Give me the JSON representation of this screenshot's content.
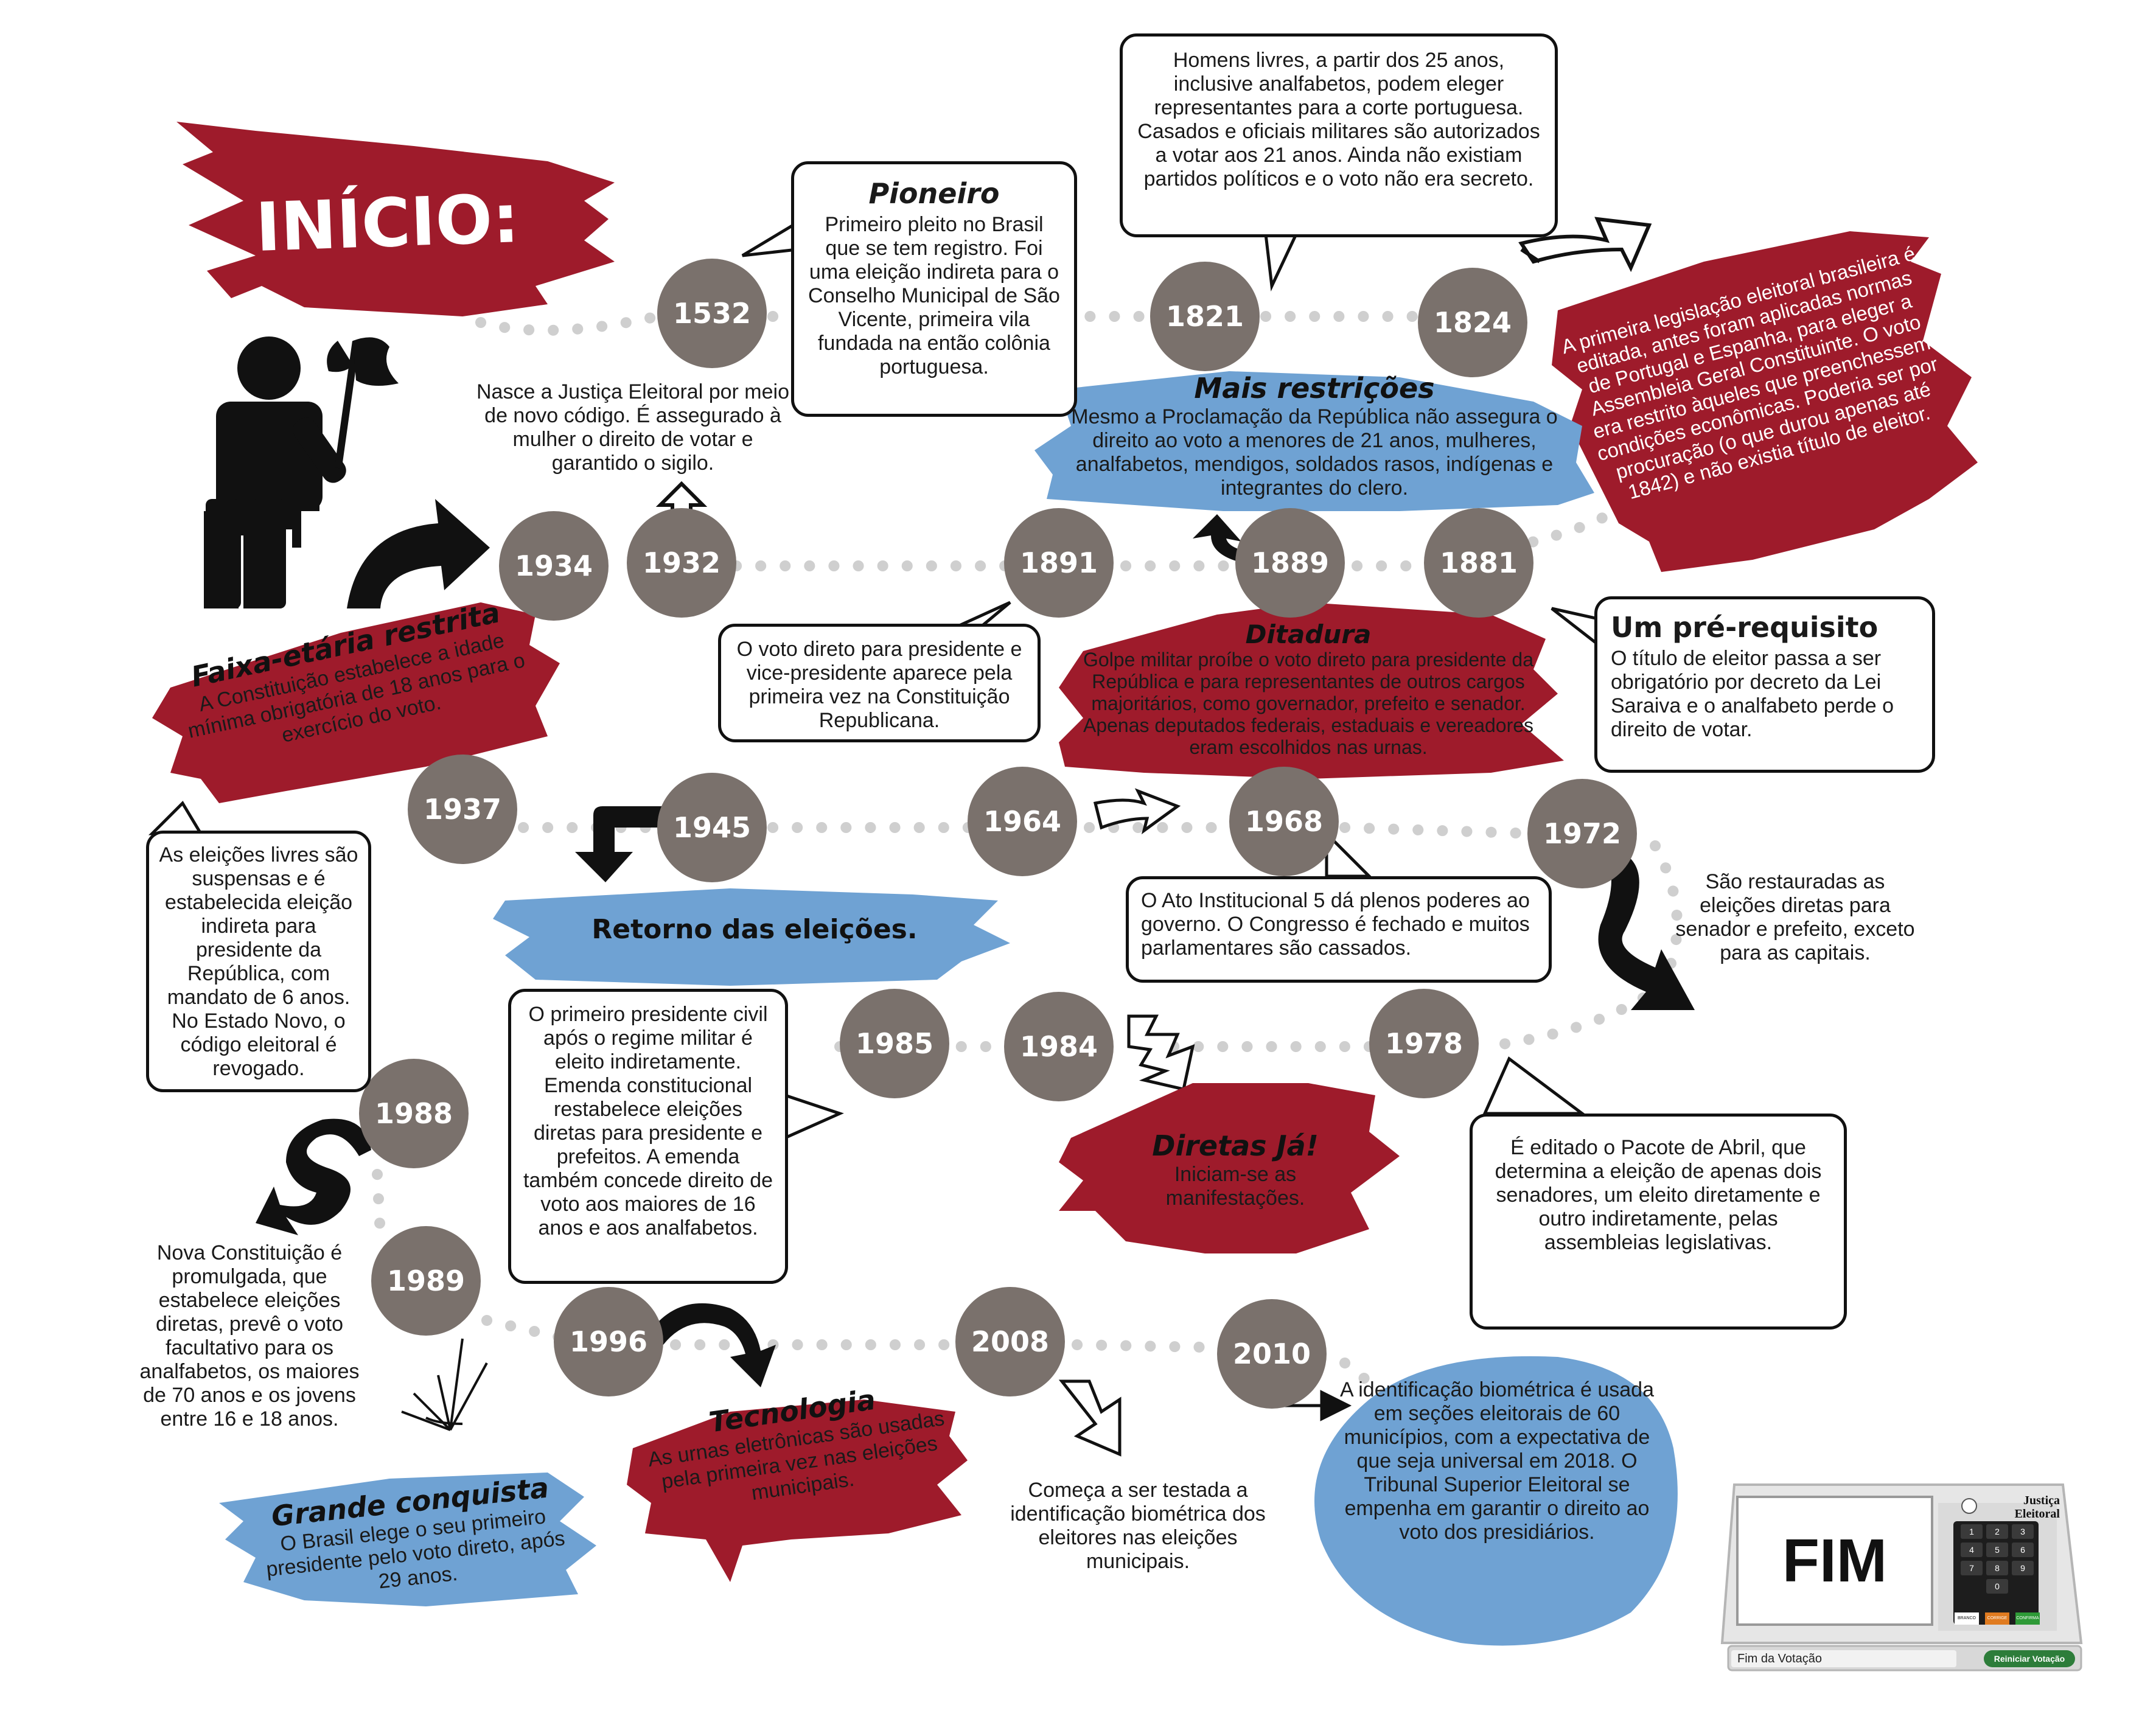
{
  "title": "INÍCIO:",
  "years": {
    "y1532": "1532",
    "y1821": "1821",
    "y1824": "1824",
    "y1934": "1934",
    "y1932": "1932",
    "y1891": "1891",
    "y1889": "1889",
    "y1881": "1881",
    "y1937": "1937",
    "y1945": "1945",
    "y1964": "1964",
    "y1968": "1968",
    "y1972": "1972",
    "y1988": "1988",
    "y1985": "1985",
    "y1984": "1984",
    "y1978": "1978",
    "y1989": "1989",
    "y1996": "1996",
    "y2008": "2008",
    "y2010": "2010"
  },
  "pioneiro": {
    "title": "Pioneiro",
    "text": "Primeiro pleito no Brasil que se tem registro. Foi uma eleição indireta para o Conselho Municipal de São Vicente, primeira vila fundada na então colônia portuguesa."
  },
  "homens_livres": "Homens livres, a partir dos 25 anos, inclusive analfabetos, podem eleger representantes para a corte portuguesa. Casados e oficiais militares são autorizados a votar aos 21 anos. Ainda não existiam partidos políticos e o voto não era secreto.",
  "legislacao_1824": "A primeira legislação eleitoral brasileira é editada, antes foram aplicadas normas de Portugal e Espanha, para eleger a Assembleia Geral Constituinte. O voto era restrito àqueles que preenchessem condições econômicas. Poderia ser por procuração (o que durou apenas até 1842) e não existia título de eleitor.",
  "justica_eleitoral": "Nasce a Justiça Eleitoral por meio de novo código. É assegurado à mulher o direito de votar e garantido o sigilo.",
  "mais_restricoes": {
    "title": "Mais restrições",
    "text": "Mesmo a Proclamação da República não assegura o direito ao voto a menores de 21 anos, mulheres, analfabetos, mendigos, soldados rasos, indígenas e integrantes do clero."
  },
  "faixa_etaria": {
    "title": "Faixa-etária restrita",
    "text": "A Constituição estabelece a idade mínima obrigatória de 18 anos para o exercício do voto."
  },
  "voto_direto_1891": "O voto direto para presidente e vice-presidente aparece pela primeira vez na Constituição Republicana.",
  "ditadura": {
    "title": "Ditadura",
    "text": "Golpe militar proíbe o voto direto para presidente da República e para representantes de outros cargos majoritários, como governador, prefeito e senador. Apenas deputados federais, estaduais e vereadores eram escolhidos nas urnas."
  },
  "pre_requisito": {
    "title": "Um pré-requisito",
    "text": "O título de eleitor passa a ser obrigatório por decreto da Lei Saraiva e o analfabeto perde o direito de votar."
  },
  "eleicoes_suspensas": "As eleições livres são suspensas e é estabelecida eleição indireta para presidente da República, com mandato de 6 anos. No Estado Novo, o código eleitoral é revogado.",
  "retorno": "Retorno das eleições.",
  "ai5": "O Ato Institucional 5 dá plenos poderes ao governo. O Congresso é fechado e muitos parlamentares são cassados.",
  "restauradas_1972": "São restauradas as eleições diretas para senador e prefeito, exceto para as capitais.",
  "primeiro_civil": "O primeiro presidente civil após o regime militar é eleito indiretamente. Emenda constitucional restabelece eleições diretas para presidente e prefeitos. A emenda também concede direito de voto aos maiores de 16 anos e aos analfabetos.",
  "diretas_ja": {
    "title": "Diretas Já!",
    "text": "Iniciam-se as manifestações."
  },
  "pacote_abril": "É editado o Pacote de Abril, que determina a eleição de apenas dois senadores, um eleito diretamente e outro indiretamente, pelas assembleias legislativas.",
  "constituicao_1988": "Nova Constituição é promulgada, que estabelece eleições diretas, prevê o voto facultativo para os analfabetos, os maiores de 70 anos e os jovens entre 16 e 18 anos.",
  "grande_conquista": {
    "title": "Grande conquista",
    "text": "O Brasil elege o seu primeiro presidente pelo voto direto, após 29 anos."
  },
  "tecnologia": {
    "title": "Tecnologia",
    "text": "As urnas eletrônicas são usadas pela primeira vez nas eleições municipais."
  },
  "biometria_teste": "Começa a ser testada a identificação biométrica dos eleitores nas eleições municipais.",
  "biometria_2010": "A identificação biométrica é usada em seções eleitorais de 60 municípios, com a expectativa de que seja universal em 2018. O Tribunal Superior Eleitoral se empenha em garantir o direito ao voto dos presidiários.",
  "urna": {
    "screen_text": "FIM",
    "brand_line1": "Justiça",
    "brand_line2": "Eleitoral",
    "keys": [
      "1",
      "2",
      "3",
      "4",
      "5",
      "6",
      "7",
      "8",
      "9",
      "0"
    ],
    "btn_branco": "BRANCO",
    "btn_corrige": "CORRIGE",
    "btn_confirma": "CONFIRMA",
    "status": "Fim da Votação",
    "restart": "Reiniciar Votação"
  },
  "colors": {
    "red": "#9e1b2b",
    "blue": "#6fa2d3",
    "gray": "#7a716c",
    "dots": "#cfcfcf",
    "black": "#111111"
  }
}
